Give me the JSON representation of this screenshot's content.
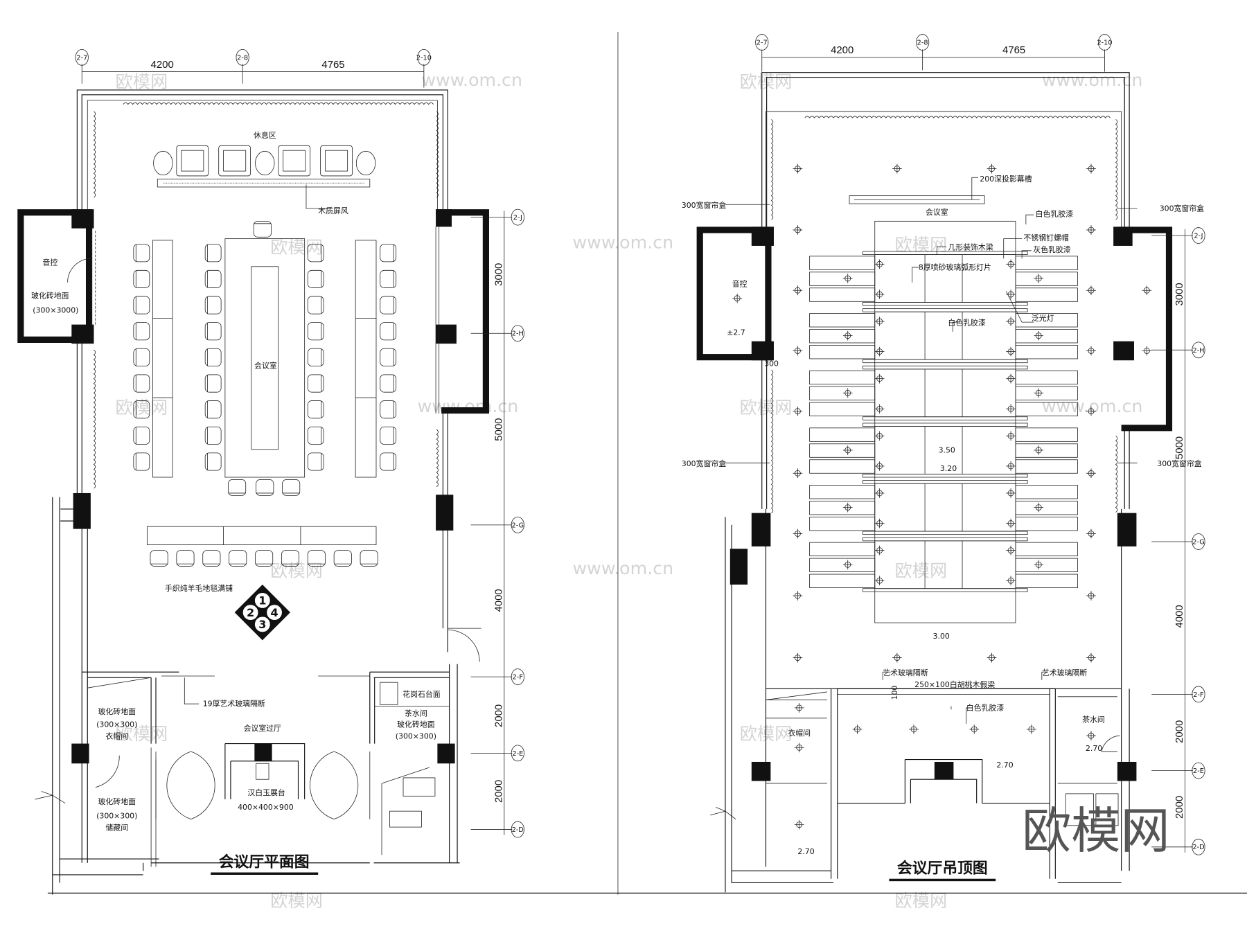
{
  "plan": {
    "title": "会议厅平面图",
    "axes_top": [
      "2-7",
      "2-8",
      "2-10"
    ],
    "dims_top": [
      "4200",
      "4765"
    ],
    "axes_right": [
      "2-J",
      "2-H",
      "2-G",
      "2-F",
      "2-E",
      "2-D"
    ],
    "dims_right": [
      "3000",
      "5000",
      "4000",
      "2000",
      "2000"
    ],
    "labels": {
      "rest_area": "休息区",
      "wood_screen": "木质屏风",
      "av_control": "音控",
      "tile_floor": "玻化砖地面",
      "tile_size_control": "(300×3000)",
      "meeting_room": "会议室",
      "carpet": "手织纯羊毛地毯满铺",
      "glass_partition": "19厚艺术玻璃隔断",
      "cloak_tile": "玻化砖地面",
      "cloak_size": "(300×300)",
      "cloakroom": "衣帽间",
      "lobby": "会议室过厅",
      "granite_top": "花岗石台面",
      "tea_room": "茶水间",
      "tea_tile": "玻化砖地面",
      "tea_size": "(300×300)",
      "marble_stand": "汉白玉展台",
      "stand_size": "400×400×900",
      "storage_tile": "玻化砖地面",
      "storage_size": "(300×300)",
      "storage": "储藏间"
    },
    "compass": [
      "1",
      "2",
      "3",
      "4"
    ]
  },
  "ceiling": {
    "title": "会议厅吊顶图",
    "axes_top": [
      "2-7",
      "2-8",
      "2-10"
    ],
    "dims_top": [
      "4200",
      "4765"
    ],
    "axes_right": [
      "2-J",
      "2-H",
      "2-G",
      "2-F",
      "2-E",
      "2-D"
    ],
    "dims_right": [
      "3000",
      "5000",
      "4000",
      "2000",
      "2000"
    ],
    "labels": {
      "curtain_box_tl": "300宽窗帘盒",
      "curtain_box_tr": "300宽窗帘盒",
      "curtain_box_bl": "300宽窗帘盒",
      "curtain_box_br": "300宽窗帘盒",
      "projection_slot": "200深投影幕槽",
      "meeting_room": "会议室",
      "white_paint_1": "白色乳胶漆",
      "steel_nut": "不锈钢钉螺帽",
      "wood_beam": "几形装饰木梁",
      "grey_paint": "灰色乳胶漆",
      "glass_light": "8厚喷砂玻璃弧形灯片",
      "flood_light": "泛光灯",
      "white_paint_2": "白色乳胶漆",
      "av_control": "音控",
      "level_control": "±2.7",
      "width_300": "300",
      "level_350": "3.50",
      "level_320": "3.20",
      "level_300": "3.00",
      "glass_partition_l": "艺术玻璃隔断",
      "glass_partition_r": "艺术玻璃隔断",
      "walnut_beam": "250×100白胡桃木假梁",
      "beam_100": "100",
      "white_paint_3": "白色乳胶漆",
      "cloakroom": "衣帽间",
      "tea_room": "茶水间",
      "level_tea": "2.70",
      "level_lobby": "2.70",
      "level_storage": "2.70"
    }
  },
  "watermark": {
    "brand": "欧模网",
    "url": "www.om.cn"
  },
  "colors": {
    "line": "#111111",
    "watermark": "#d4d4d4"
  }
}
